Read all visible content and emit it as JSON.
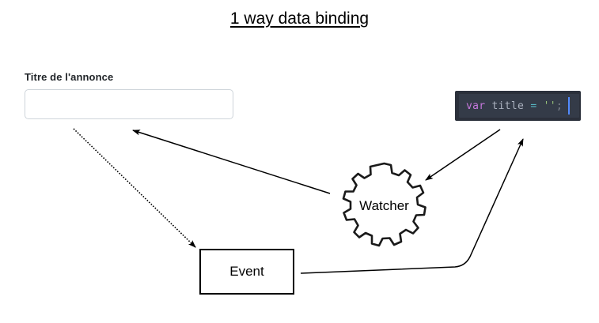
{
  "page": {
    "title": "1 way data binding",
    "background_color": "#ffffff"
  },
  "form": {
    "label": "Titre de l'annonce",
    "input_value": "",
    "input_placeholder": "",
    "border_color": "#ced4da"
  },
  "code": {
    "background_color": "#2b303b",
    "keyword": "var",
    "space1": " ",
    "variable": "title",
    "space2": " ",
    "operator": "=",
    "space3": " ",
    "string": "''",
    "punctuation": ";",
    "full_line": "var title = '';",
    "caret_color": "#528bff",
    "keyword_color": "#c678dd",
    "variable_color": "#abb2bf",
    "operator_color": "#56b6c2",
    "string_color": "#98c379"
  },
  "nodes": {
    "watcher": "Watcher",
    "event": "Event"
  },
  "connectors": [
    {
      "name": "input-to-event",
      "from": "input",
      "to": "event",
      "style": "dotted"
    },
    {
      "name": "watcher-to-input",
      "from": "watcher",
      "to": "input",
      "style": "solid"
    },
    {
      "name": "code-to-watcher",
      "from": "code",
      "to": "watcher",
      "style": "solid"
    },
    {
      "name": "event-to-code",
      "from": "event",
      "to": "code",
      "style": "solid"
    }
  ]
}
